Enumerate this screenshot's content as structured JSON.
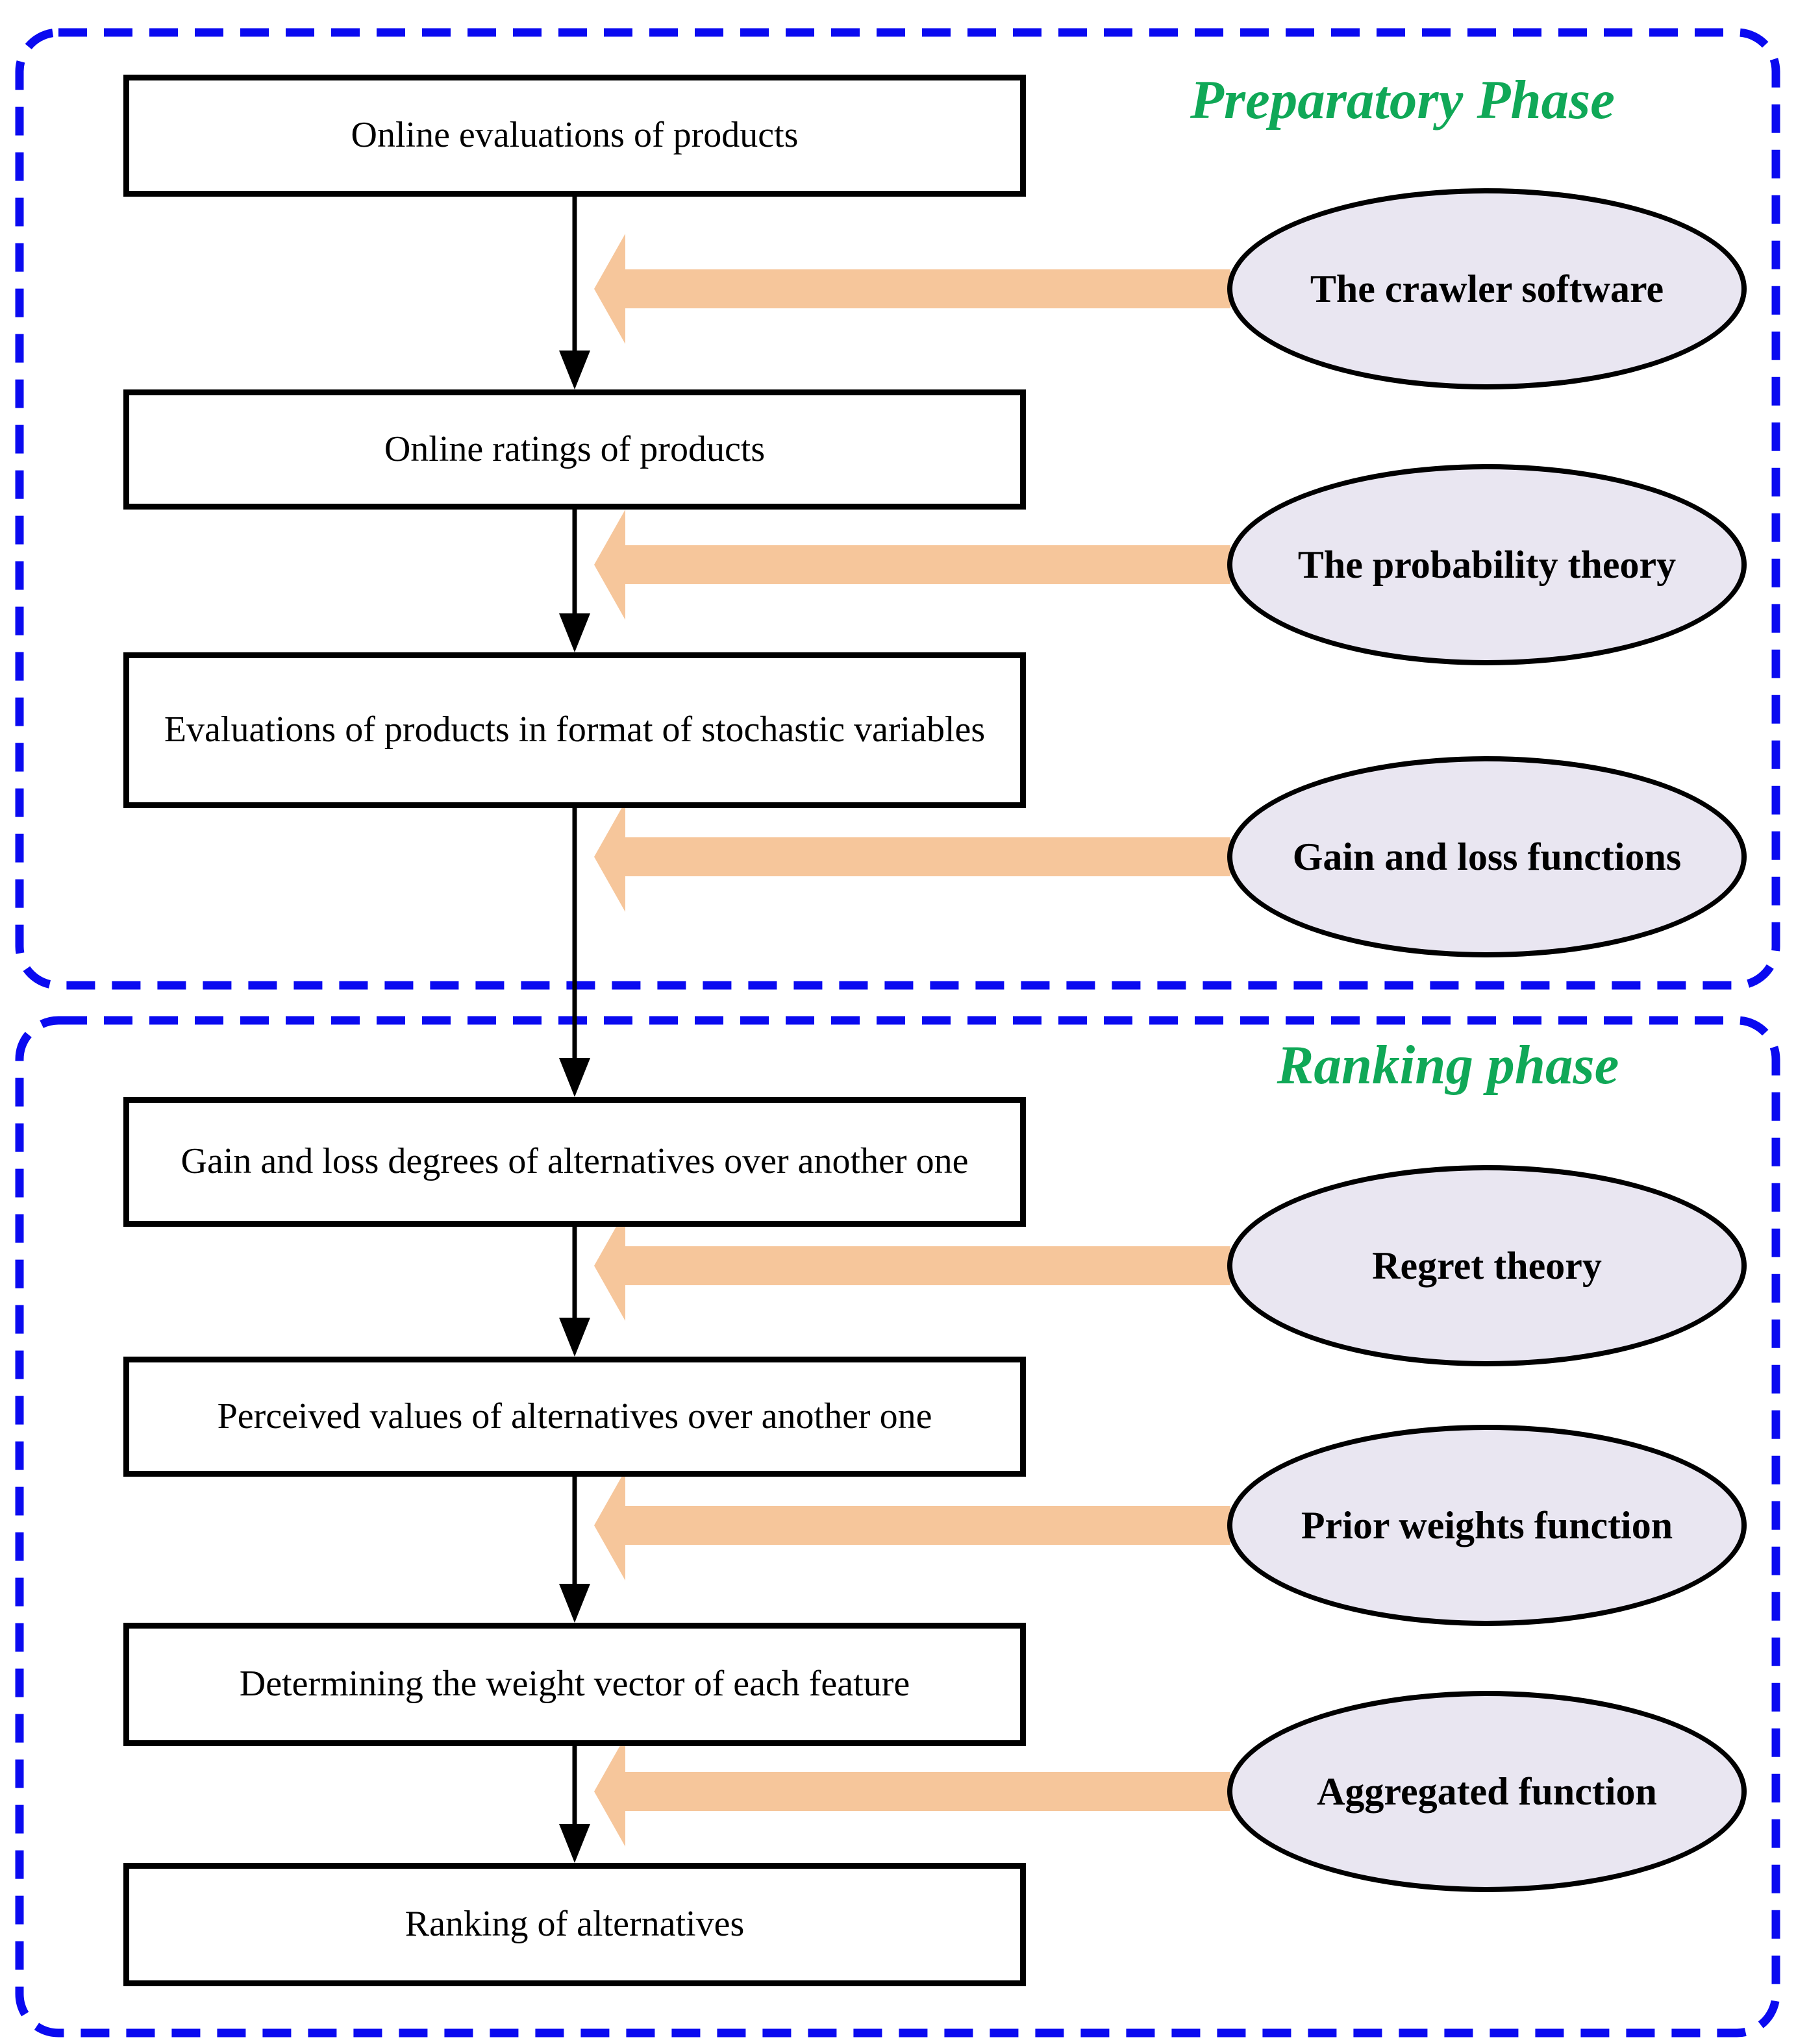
{
  "phases": [
    {
      "title": "Preparatory Phase"
    },
    {
      "title": "Ranking phase"
    }
  ],
  "flow_boxes": [
    {
      "label": "Online evaluations of products"
    },
    {
      "label": "Online ratings of products"
    },
    {
      "label": "Evaluations of products in format of stochastic variables"
    },
    {
      "label": "Gain and loss degrees of alternatives over another one"
    },
    {
      "label": "Perceived values of alternatives over another one"
    },
    {
      "label": "Determining the weight vector of each feature"
    },
    {
      "label": "Ranking of alternatives"
    }
  ],
  "method_ellipses": [
    {
      "label": "The crawler software"
    },
    {
      "label": "The probability theory"
    },
    {
      "label": "Gain and loss functions"
    },
    {
      "label": "Regret theory"
    },
    {
      "label": "Prior weights function"
    },
    {
      "label": "Aggregated function"
    }
  ],
  "colors": {
    "phase_border_blue": "#0A0AF0",
    "phase_title_green": "#10A857",
    "block_arrow_orange": "#F6C69B",
    "ellipse_fill_lavender": "#E9E6F1",
    "shape_border_black": "#000000",
    "box_fill_white": "#FFFFFF"
  }
}
